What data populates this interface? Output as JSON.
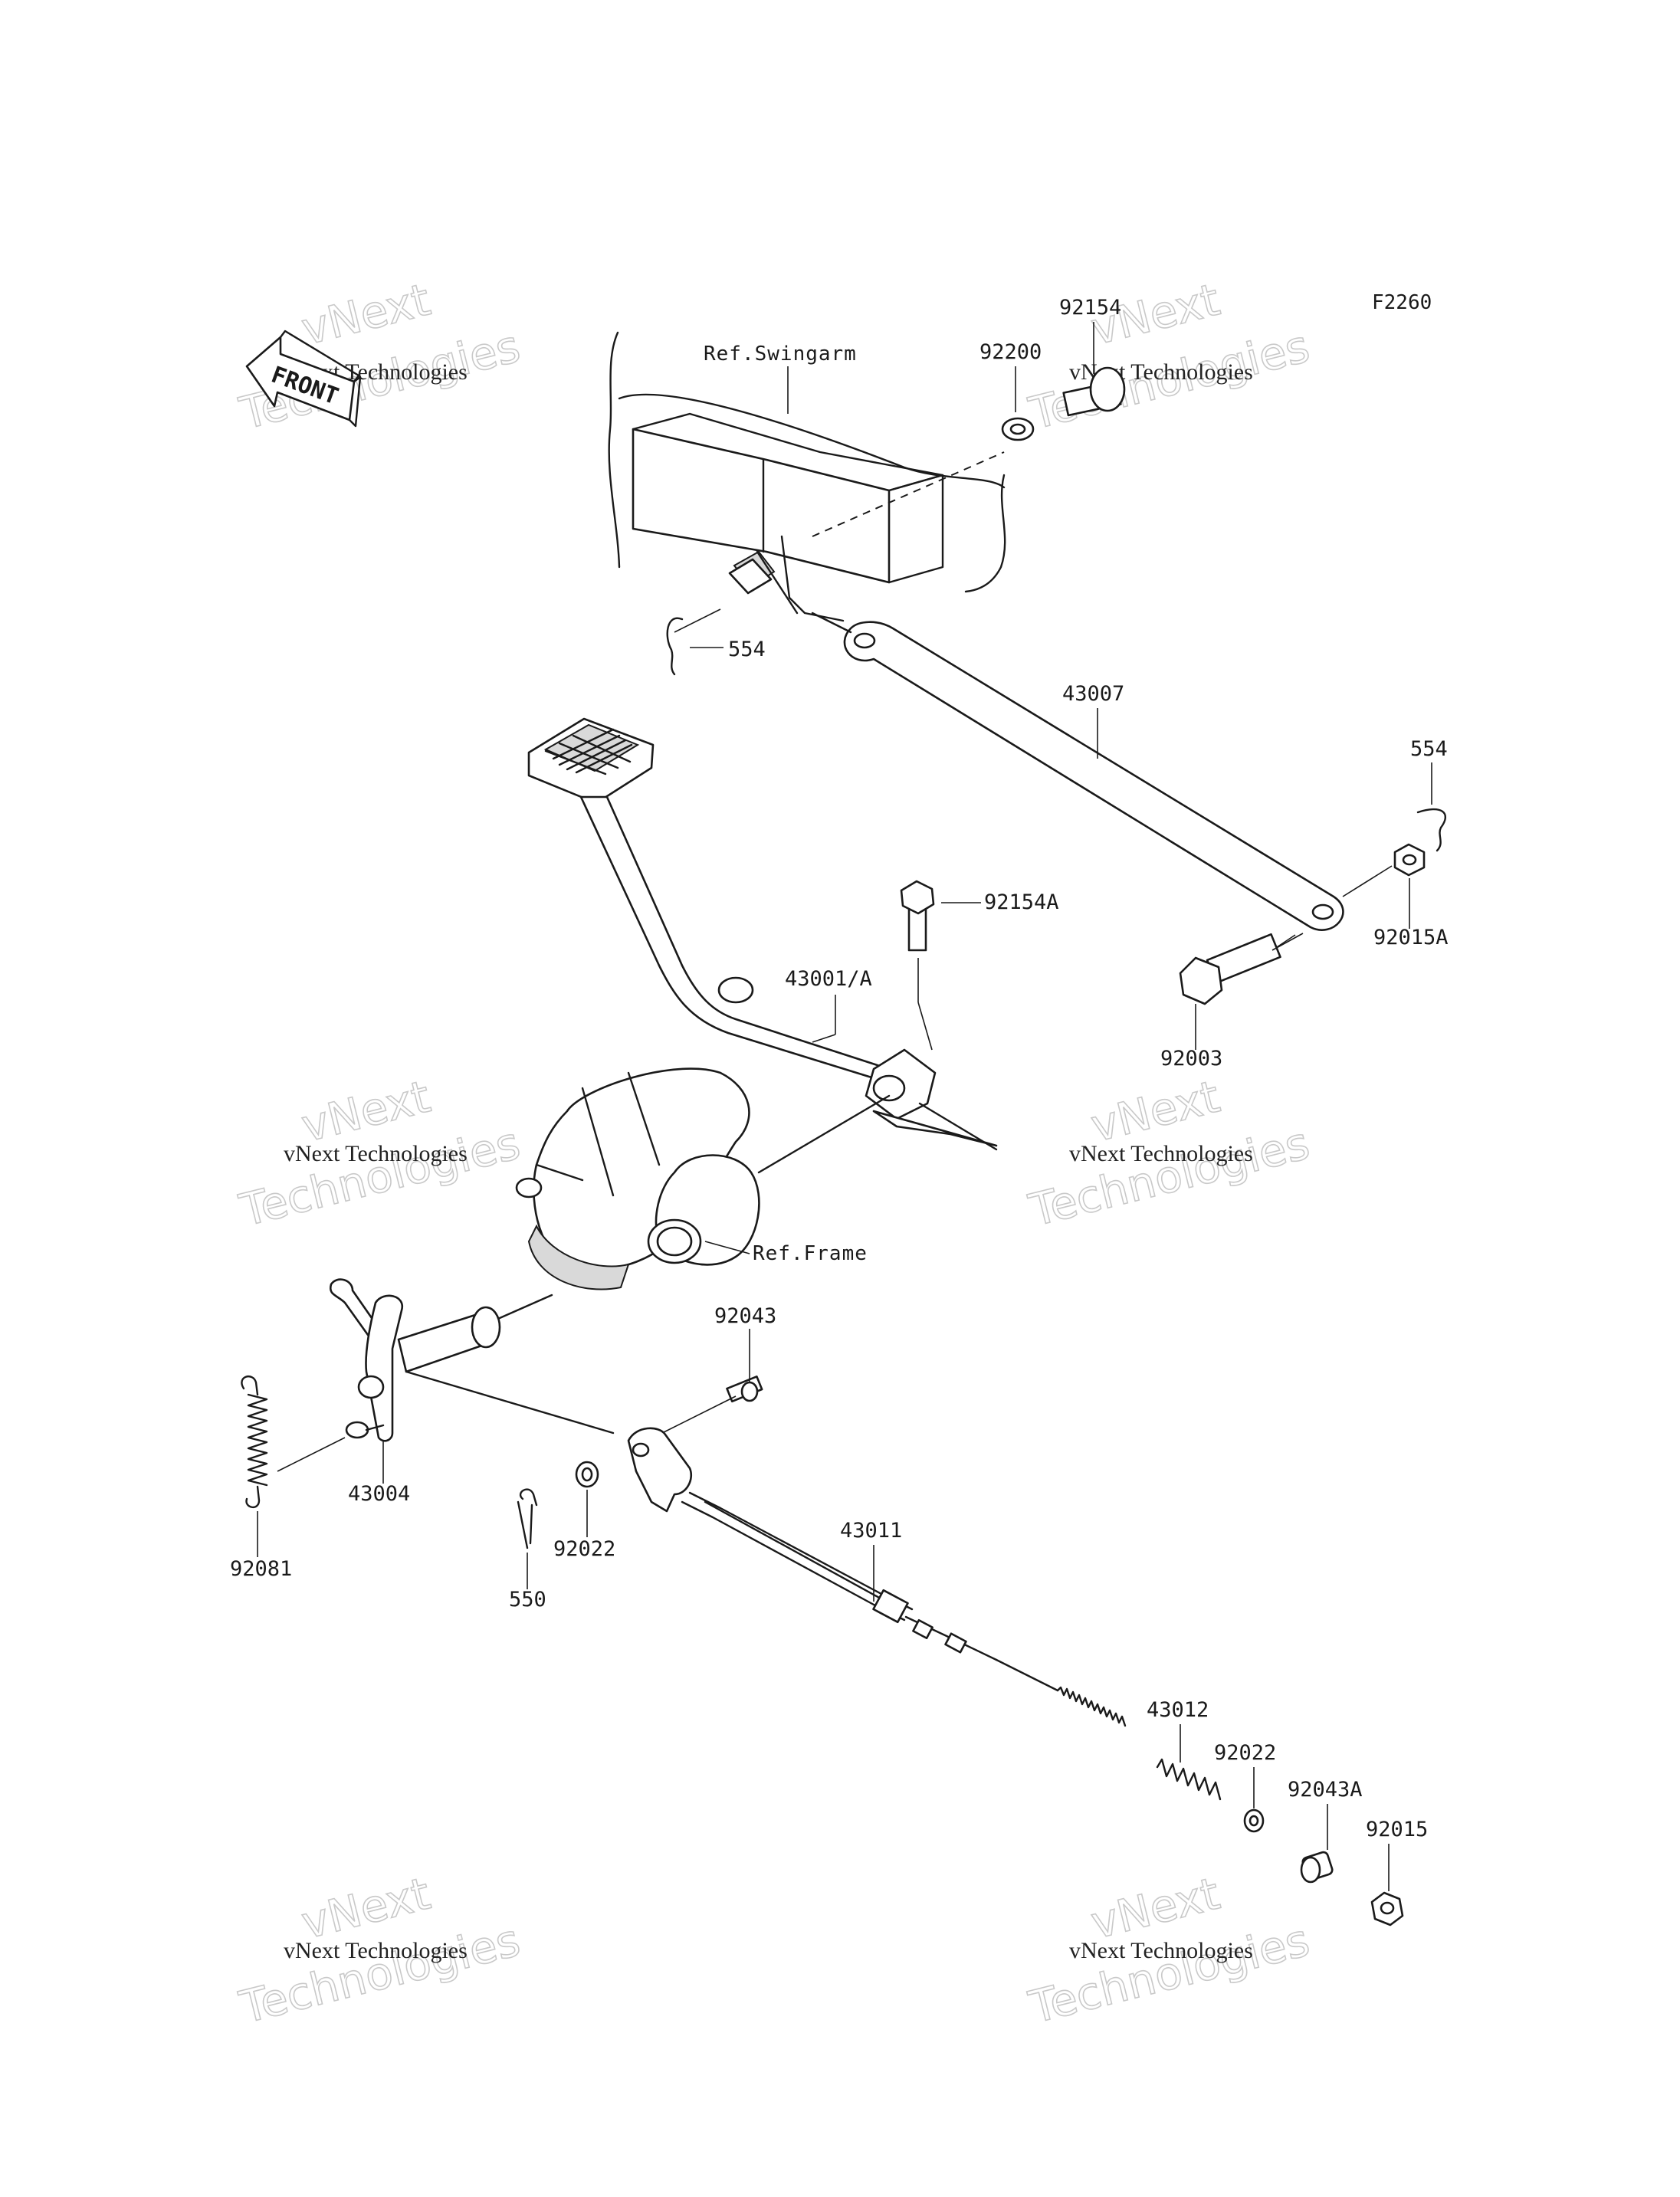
{
  "diagram_code": "F2260",
  "direction_label": "FRONT",
  "references": {
    "swingarm": "Ref.Swingarm",
    "frame": "Ref.Frame"
  },
  "parts": [
    {
      "id": "p92154",
      "number": "92154"
    },
    {
      "id": "p92200",
      "number": "92200"
    },
    {
      "id": "p554a",
      "number": "554"
    },
    {
      "id": "p43007",
      "number": "43007"
    },
    {
      "id": "p554b",
      "number": "554"
    },
    {
      "id": "p92154A",
      "number": "92154A"
    },
    {
      "id": "p92015A",
      "number": "92015A"
    },
    {
      "id": "p43001A",
      "number": "43001/A"
    },
    {
      "id": "p92003",
      "number": "92003"
    },
    {
      "id": "p92043",
      "number": "92043"
    },
    {
      "id": "p43004",
      "number": "43004"
    },
    {
      "id": "p92081",
      "number": "92081"
    },
    {
      "id": "p550",
      "number": "550"
    },
    {
      "id": "p92022a",
      "number": "92022"
    },
    {
      "id": "p43011",
      "number": "43011"
    },
    {
      "id": "p43012",
      "number": "43012"
    },
    {
      "id": "p92022b",
      "number": "92022"
    },
    {
      "id": "p92043A",
      "number": "92043A"
    },
    {
      "id": "p92015",
      "number": "92015"
    }
  ],
  "watermark": {
    "line1": "vNext Technologies",
    "line2": "vNext",
    "line3": "Technologies"
  }
}
